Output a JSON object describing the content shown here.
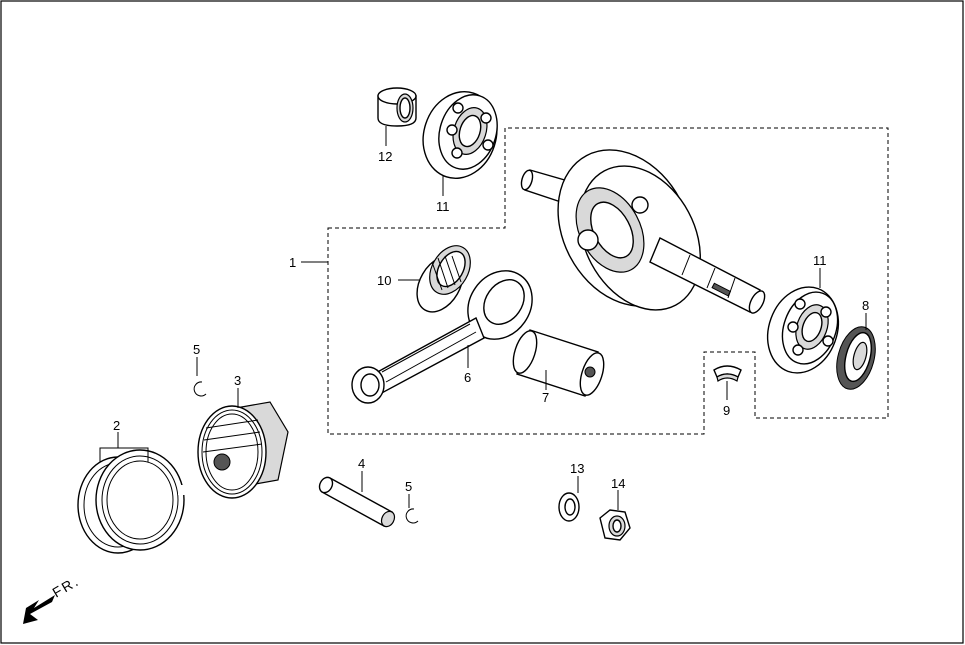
{
  "diagram": {
    "direction_label": "FR.",
    "callouts": [
      {
        "id": "c1",
        "text": "1"
      },
      {
        "id": "c2",
        "text": "2"
      },
      {
        "id": "c3",
        "text": "3"
      },
      {
        "id": "c4",
        "text": "4"
      },
      {
        "id": "c5a",
        "text": "5"
      },
      {
        "id": "c5b",
        "text": "5"
      },
      {
        "id": "c6",
        "text": "6"
      },
      {
        "id": "c7",
        "text": "7"
      },
      {
        "id": "c8",
        "text": "8"
      },
      {
        "id": "c9",
        "text": "9"
      },
      {
        "id": "c10",
        "text": "10"
      },
      {
        "id": "c11a",
        "text": "11"
      },
      {
        "id": "c11b",
        "text": "11"
      },
      {
        "id": "c12",
        "text": "12"
      },
      {
        "id": "c13",
        "text": "13"
      },
      {
        "id": "c14",
        "text": "14"
      }
    ]
  }
}
